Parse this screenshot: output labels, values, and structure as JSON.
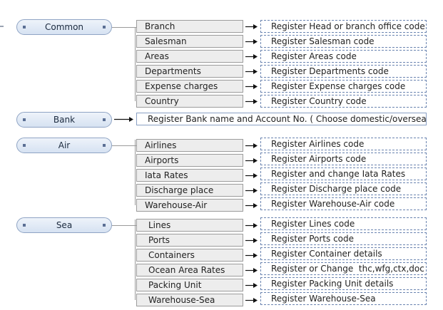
{
  "groups": [
    {
      "label": "Common",
      "items": [
        {
          "name": "Branch",
          "desc": "Register Head or branch office code"
        },
        {
          "name": "Salesman",
          "desc": "Register Salesman code"
        },
        {
          "name": "Areas",
          "desc": "Register Areas code"
        },
        {
          "name": "Departments",
          "desc": "Register Departments code"
        },
        {
          "name": "Expense charges",
          "desc": "Register Expense charges code"
        },
        {
          "name": "Country",
          "desc": "Register Country code"
        }
      ]
    },
    {
      "label": "Bank",
      "desc": "Register Bank name and Account No. ( Choose domestic/overseas)"
    },
    {
      "label": "Air",
      "items": [
        {
          "name": "Airlines",
          "desc": "Register Airlines code"
        },
        {
          "name": "Airports",
          "desc": "Register Airports code"
        },
        {
          "name": "Iata Rates",
          "desc": "Register and change Iata Rates"
        },
        {
          "name": "Discharge place",
          "desc": "Register Discharge place code"
        },
        {
          "name": "Warehouse-Air",
          "desc": "Register Warehouse-Air code"
        }
      ]
    },
    {
      "label": "Sea",
      "items": [
        {
          "name": "Lines",
          "desc": "Register Lines code"
        },
        {
          "name": "Ports",
          "desc": "Register Ports code"
        },
        {
          "name": "Containers",
          "desc": "Register Container details"
        },
        {
          "name": "Ocean Area Rates",
          "desc": "Register or Change  thc,wfg,ctx,doc"
        },
        {
          "name": "Packing Unit",
          "desc": "Register Packing Unit details"
        },
        {
          "name": "Warehouse-Sea",
          "desc": "Register Warehouse-Sea"
        }
      ]
    }
  ]
}
